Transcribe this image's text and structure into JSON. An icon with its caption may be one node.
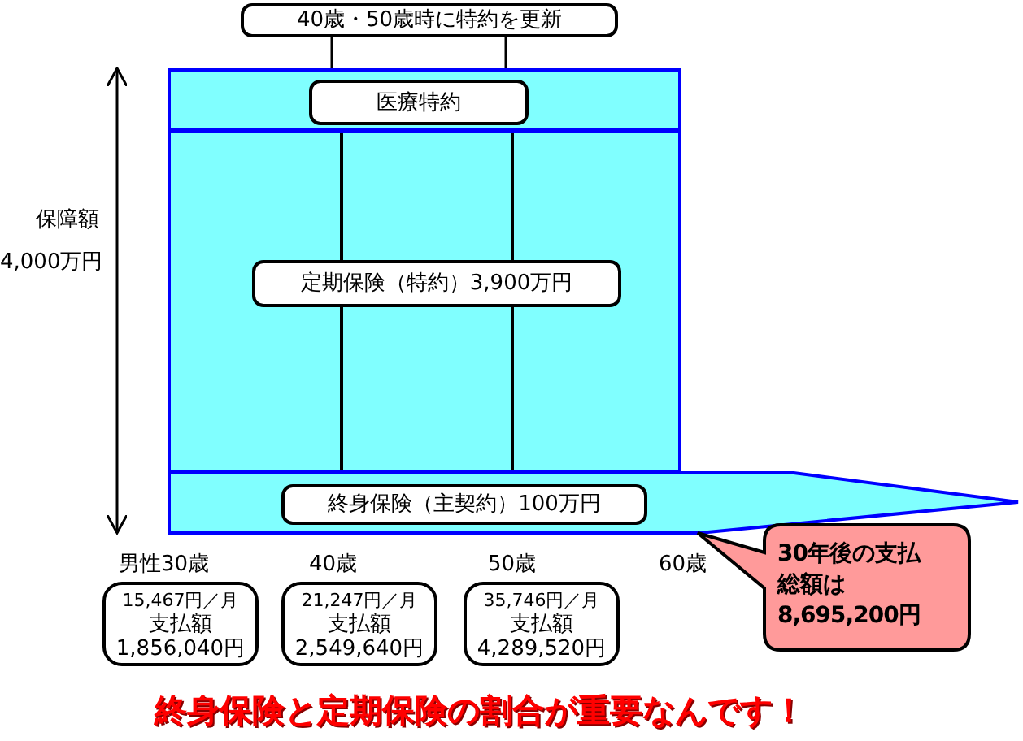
{
  "diagram": {
    "caption": "終身保険と定期保険の割合が重要なんです！",
    "nodes": [
      {
        "text": [
          "40歳・50歳時に特約を更新"
        ]
      },
      {
        "text": [],
        "shape": "bar"
      },
      {
        "text": [
          "医療特約"
        ],
        "in": 1
      },
      {
        "text": [],
        "shape": "bar"
      },
      {
        "text": [
          "定期保険（特約）3,900万円"
        ],
        "in": 3
      },
      {
        "text": [],
        "shape": "bar"
      },
      {
        "text": [
          "終身保険（主契約）100万円"
        ],
        "in": 5
      },
      {
        "text": [
          "15,467円／月",
          "支払額",
          "1,856,040円"
        ]
      },
      {
        "text": [
          "21,247円／月",
          "支払額",
          "2,549,640円"
        ]
      },
      {
        "text": [
          "35,746円／月",
          "支払額",
          "4,289,520円"
        ]
      },
      {
        "text": [
          "30年後の支払総額は8,695,200円"
        ]
      }
    ],
    "edges": [
      {
        "from": 0,
        "to": 1,
        "arrow": "none"
      },
      {
        "from": 0,
        "to": 1,
        "arrow": "none"
      }
    ],
    "labels": [
      "保障額",
      "4,000万円",
      "男性30歳",
      "40歳",
      "50歳",
      "60歳"
    ]
  }
}
